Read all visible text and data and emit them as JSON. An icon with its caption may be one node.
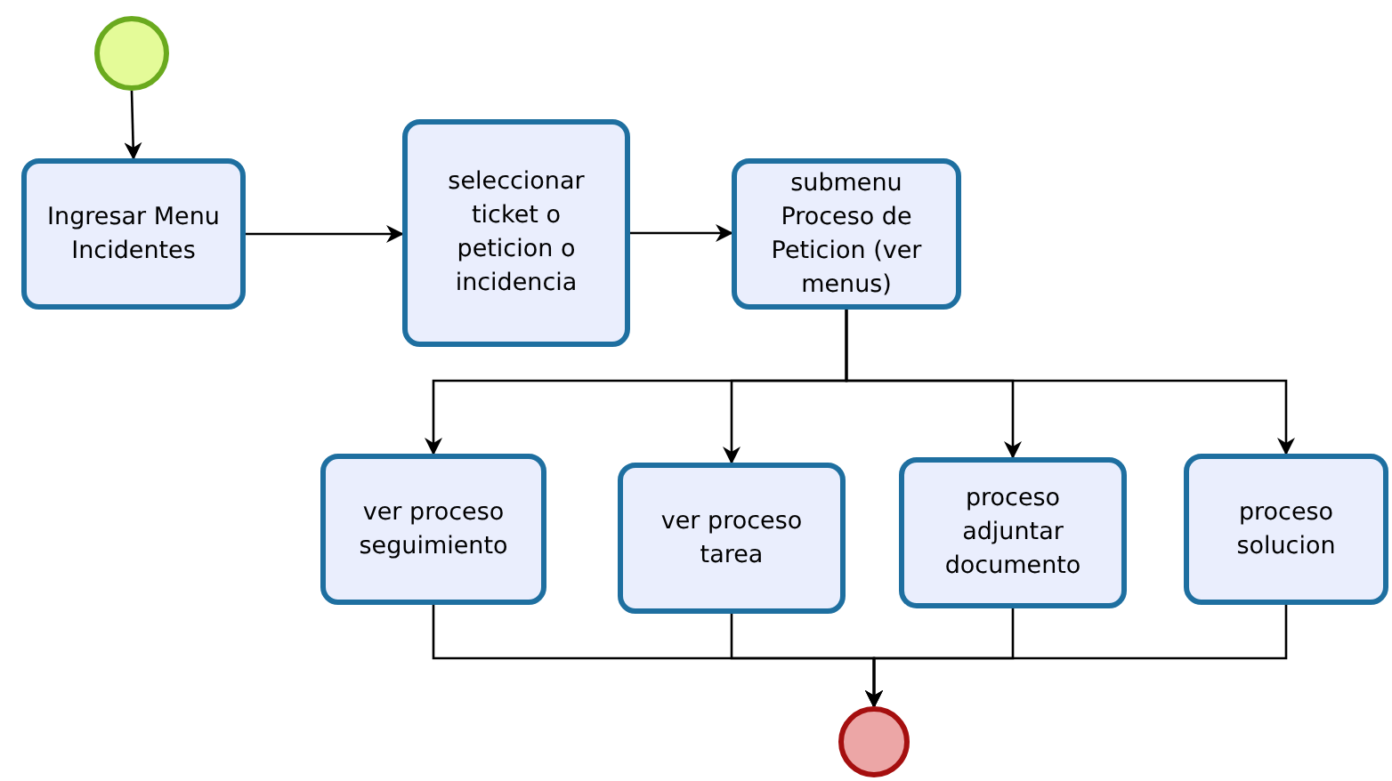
{
  "diagram": {
    "nodes": [
      {
        "text": [],
        "shape": "circle"
      },
      {
        "text": [
          "Ingresar Menu Incidentes"
        ]
      },
      {
        "text": [
          "seleccionar ticket o peticion o incidencia"
        ]
      },
      {
        "text": [
          "submenu Proceso de Peticion (ver menus)"
        ]
      },
      {
        "text": [
          "ver proceso seguimiento"
        ]
      },
      {
        "text": [
          "ver proceso tarea"
        ]
      },
      {
        "text": [
          "proceso adjuntar documento"
        ]
      },
      {
        "text": [
          "proceso solucion"
        ]
      },
      {
        "text": [],
        "shape": "circle"
      }
    ],
    "edges": [
      {
        "from": 0,
        "to": 1,
        "arrow": "to"
      },
      {
        "from": 1,
        "to": 2,
        "arrow": "to"
      },
      {
        "from": 2,
        "to": 3,
        "arrow": "to"
      },
      {
        "from": 3,
        "to": 4,
        "arrow": "to"
      },
      {
        "from": 3,
        "to": 5,
        "arrow": "to"
      },
      {
        "from": 3,
        "to": 6,
        "arrow": "to"
      },
      {
        "from": 3,
        "to": 7,
        "arrow": "to"
      },
      {
        "from": 4,
        "to": 8,
        "arrow": "to"
      },
      {
        "from": 5,
        "to": 8,
        "arrow": "to"
      },
      {
        "from": 6,
        "to": 8,
        "arrow": "to"
      },
      {
        "from": 7,
        "to": 8,
        "arrow": "to"
      }
    ]
  }
}
